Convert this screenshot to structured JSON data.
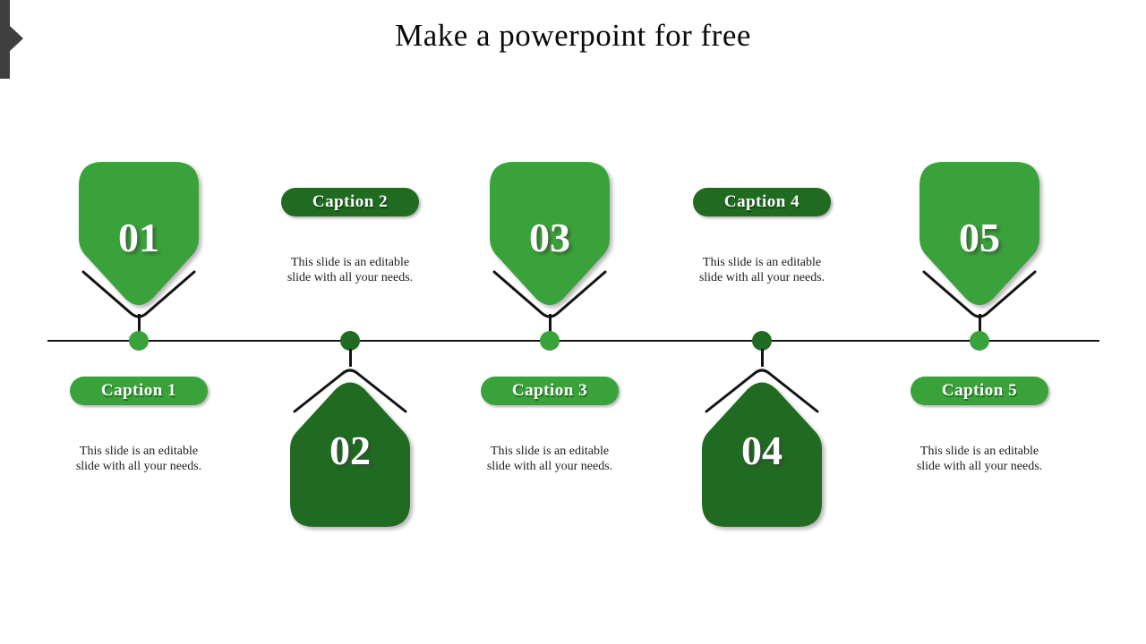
{
  "title": "Make a powerpoint for free",
  "colors": {
    "bright": "#3aa23a",
    "dark": "#206b21",
    "line": "#141414",
    "corner": "#3f3f3f",
    "heading": "#0a0a0a",
    "ink": "#1c1c1c"
  },
  "items": [
    {
      "number": "01",
      "caption": "Caption 1",
      "desc1": "This slide is an editable",
      "desc2": "slide with all your needs."
    },
    {
      "number": "02",
      "caption": "Caption 2",
      "desc1": "This slide is an editable",
      "desc2": "slide with all your needs."
    },
    {
      "number": "03",
      "caption": "Caption 3",
      "desc1": "This slide is an editable",
      "desc2": "slide with all your needs."
    },
    {
      "number": "04",
      "caption": "Caption 4",
      "desc1": "This slide is an editable",
      "desc2": "slide with all your needs."
    },
    {
      "number": "05",
      "caption": "Caption 5",
      "desc1": "This slide is an editable",
      "desc2": "slide with all your needs."
    }
  ]
}
